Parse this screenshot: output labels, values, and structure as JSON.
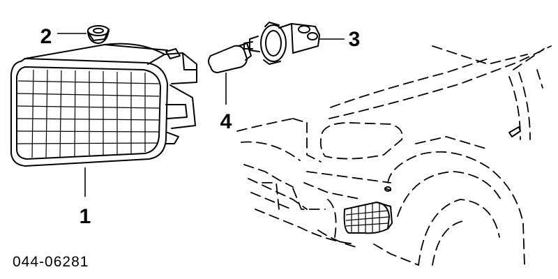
{
  "diagram": {
    "drawing_number": "044-06281",
    "callouts": [
      {
        "id": "1",
        "label": "1",
        "part": "turn-signal-lamp-assembly"
      },
      {
        "id": "2",
        "label": "2",
        "part": "lamp-retaining-nut"
      },
      {
        "id": "3",
        "label": "3",
        "part": "bulb-socket"
      },
      {
        "id": "4",
        "label": "4",
        "part": "bulb"
      }
    ]
  },
  "colors": {
    "line": "#000000",
    "background": "#ffffff"
  }
}
